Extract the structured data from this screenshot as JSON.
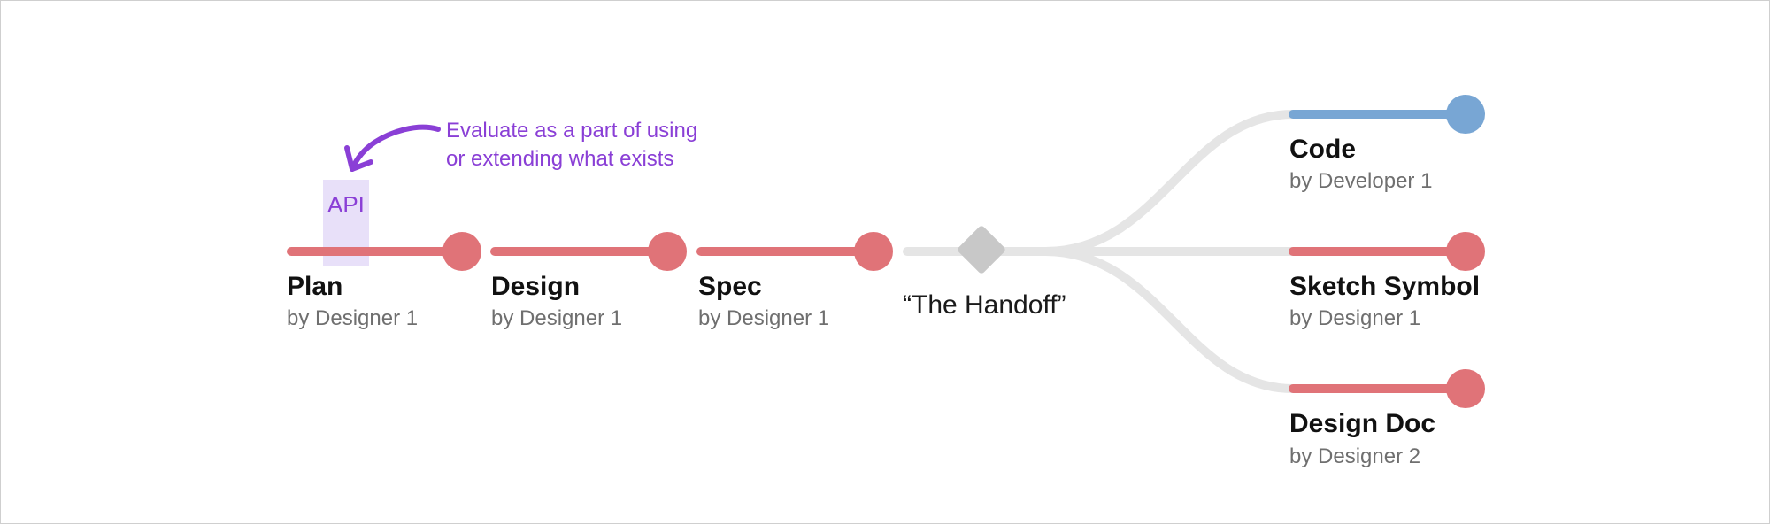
{
  "colors": {
    "designer_track": "#e07378",
    "developer_track": "#78a6d4",
    "neutral_track": "#e5e5e5",
    "handoff_diamond": "#c8c8c8",
    "annotation": "#8a3fd6",
    "api_highlight": "#e6dcf7"
  },
  "stages": [
    {
      "id": "plan",
      "title": "Plan",
      "byline": "by Designer 1"
    },
    {
      "id": "design",
      "title": "Design",
      "byline": "by Designer 1"
    },
    {
      "id": "spec",
      "title": "Spec",
      "byline": "by Designer 1"
    }
  ],
  "handoff": {
    "label": "“The Handoff”"
  },
  "outputs": [
    {
      "id": "code",
      "title": "Code",
      "byline": "by Developer 1"
    },
    {
      "id": "sketch-symbol",
      "title": "Sketch Symbol",
      "byline": "by Designer 1"
    },
    {
      "id": "design-doc",
      "title": "Design Doc",
      "byline": "by Designer 2"
    }
  ],
  "api": {
    "label": "API"
  },
  "annotation": {
    "line1": "Evaluate as a part of using",
    "line2": "or extending what exists"
  }
}
